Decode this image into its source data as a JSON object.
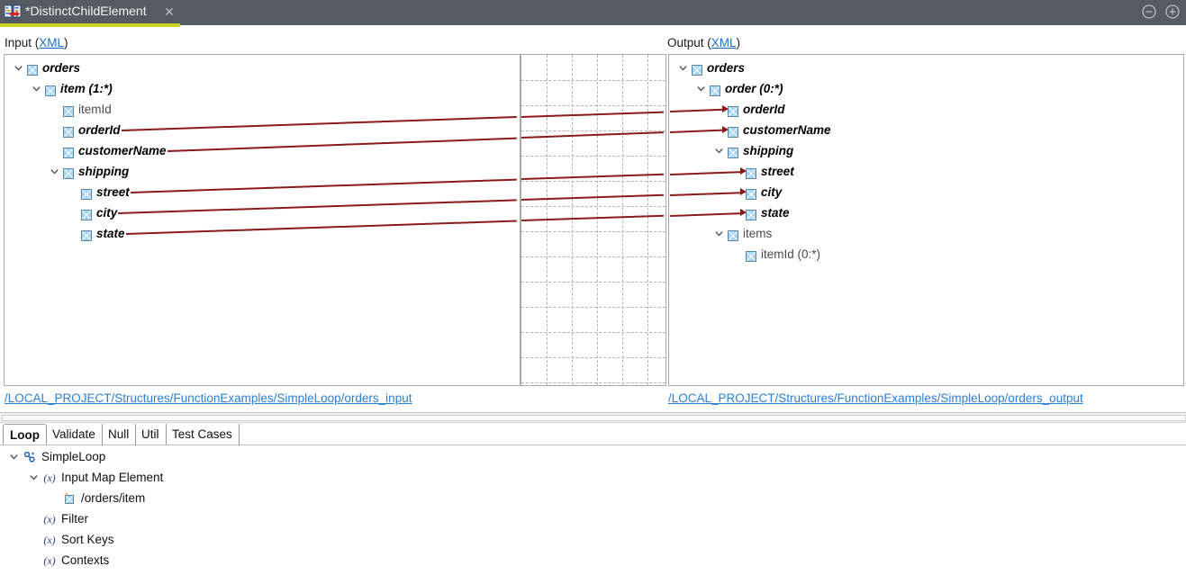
{
  "window": {
    "tab_title": "*DistinctChildElement",
    "tab_icon": "mapping-document-icon",
    "close_icon": "close-icon",
    "minimize_icon": "minimize-icon",
    "maximize_icon": "maximize-icon",
    "titlebar_color": "#565a63",
    "tab_accent_color": "#c8d420"
  },
  "captions": {
    "input_prefix": "Input (",
    "input_link": "XML",
    "input_suffix": ")",
    "output_prefix": "Output (",
    "output_link": "XML",
    "output_suffix": ")"
  },
  "input_tree": {
    "nodes": [
      {
        "label": "orders",
        "indent": 0,
        "expander": "expanded",
        "checkbox": true,
        "style": "mapped",
        "mapped": false
      },
      {
        "label": "item (1:*)",
        "indent": 1,
        "expander": "expanded",
        "checkbox": true,
        "style": "mapped",
        "mapped": false
      },
      {
        "label": "itemId",
        "indent": 2,
        "expander": "none",
        "checkbox": true,
        "style": "plain",
        "mapped": false
      },
      {
        "label": "orderId",
        "indent": 2,
        "expander": "none",
        "checkbox": true,
        "style": "mapped",
        "mapped": true
      },
      {
        "label": "customerName",
        "indent": 2,
        "expander": "none",
        "checkbox": true,
        "style": "mapped",
        "mapped": true
      },
      {
        "label": "shipping",
        "indent": 2,
        "expander": "expanded",
        "checkbox": true,
        "style": "mapped",
        "mapped": false
      },
      {
        "label": "street",
        "indent": 3,
        "expander": "none",
        "checkbox": true,
        "style": "mapped",
        "mapped": true
      },
      {
        "label": "city",
        "indent": 3,
        "expander": "none",
        "checkbox": true,
        "style": "mapped",
        "mapped": true
      },
      {
        "label": "state",
        "indent": 3,
        "expander": "none",
        "checkbox": true,
        "style": "mapped",
        "mapped": true
      }
    ]
  },
  "output_tree": {
    "nodes": [
      {
        "label": "orders",
        "indent": 0,
        "expander": "expanded",
        "checkbox": true,
        "style": "mapped",
        "mapped": false,
        "selected": false
      },
      {
        "label": "order (0:*)",
        "indent": 1,
        "expander": "expanded",
        "checkbox": true,
        "style": "mapped",
        "mapped": false,
        "selected": true
      },
      {
        "label": "orderId",
        "indent": 2,
        "expander": "none",
        "checkbox": true,
        "style": "mapped",
        "mapped": true,
        "selected": false
      },
      {
        "label": "customerName",
        "indent": 2,
        "expander": "none",
        "checkbox": true,
        "style": "mapped",
        "mapped": true,
        "selected": false
      },
      {
        "label": "shipping",
        "indent": 2,
        "expander": "expanded",
        "checkbox": true,
        "style": "mapped",
        "mapped": false,
        "selected": false
      },
      {
        "label": "street",
        "indent": 3,
        "expander": "none",
        "checkbox": true,
        "style": "mapped",
        "mapped": true,
        "selected": false
      },
      {
        "label": "city",
        "indent": 3,
        "expander": "none",
        "checkbox": true,
        "style": "mapped",
        "mapped": true,
        "selected": false
      },
      {
        "label": "state",
        "indent": 3,
        "expander": "none",
        "checkbox": true,
        "style": "mapped",
        "mapped": true,
        "selected": false
      },
      {
        "label": "items",
        "indent": 2,
        "expander": "expanded",
        "checkbox": true,
        "style": "plain",
        "mapped": false,
        "selected": false
      },
      {
        "label": "itemId (0:*)",
        "indent": 3,
        "expander": "none",
        "checkbox": true,
        "style": "plain",
        "mapped": false,
        "selected": false
      }
    ]
  },
  "mappings": [
    {
      "from": "orderId",
      "to": "orderId",
      "color": "#8b1a1a"
    },
    {
      "from": "customerName",
      "to": "customerName",
      "color": "#8b1a1a"
    },
    {
      "from": "street",
      "to": "street",
      "color": "#8b1a1a"
    },
    {
      "from": "city",
      "to": "city",
      "color": "#8b1a1a"
    },
    {
      "from": "state",
      "to": "state",
      "color": "#8b1a1a"
    }
  ],
  "paths": {
    "input_path": "/LOCAL_PROJECT/Structures/FunctionExamples/SimpleLoop/orders_input",
    "output_path": "/LOCAL_PROJECT/Structures/FunctionExamples/SimpleLoop/orders_output"
  },
  "bottom_tabs": [
    {
      "label": "Loop",
      "active": true
    },
    {
      "label": "Validate",
      "active": false
    },
    {
      "label": "Null",
      "active": false
    },
    {
      "label": "Util",
      "active": false
    },
    {
      "label": "Test Cases",
      "active": false
    }
  ],
  "bottom_tree": {
    "nodes": [
      {
        "label": "SimpleLoop",
        "indent": 0,
        "expander": "expanded",
        "icon": "loop-chain-icon"
      },
      {
        "label": "Input Map Element",
        "indent": 1,
        "expander": "expanded",
        "icon": "function-fx-icon"
      },
      {
        "label": "/orders/item",
        "indent": 2,
        "expander": "none",
        "icon": "element-ref-icon"
      },
      {
        "label": "Filter",
        "indent": 1,
        "expander": "none",
        "icon": "function-fx-icon"
      },
      {
        "label": "Sort Keys",
        "indent": 1,
        "expander": "none",
        "icon": "function-fx-icon"
      },
      {
        "label": "Contexts",
        "indent": 1,
        "expander": "none",
        "icon": "function-fx-icon"
      }
    ]
  },
  "colors": {
    "link_line": "#8b1a1a",
    "selection": "#cde4f7",
    "hyperlink": "#2a7fd4",
    "checkbox_fill": "#a8d2ef"
  }
}
